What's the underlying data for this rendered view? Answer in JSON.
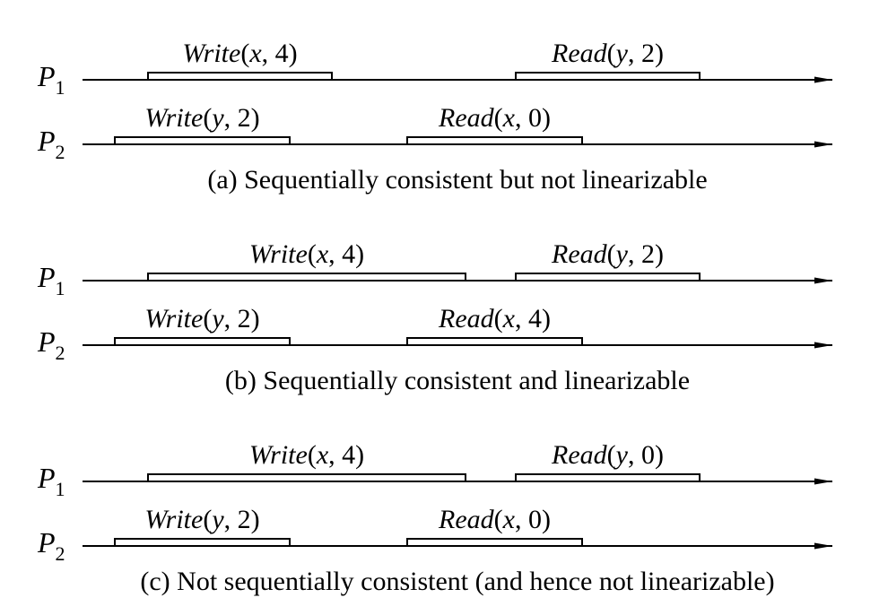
{
  "panels": [
    {
      "caption": "(a) Sequentially consistent but not linearizable",
      "processes": [
        {
          "name": "P",
          "sub": "1",
          "ops": [
            {
              "name": "Write",
              "var": "x",
              "val": "4"
            },
            {
              "name": "Read",
              "var": "y",
              "val": "2"
            }
          ]
        },
        {
          "name": "P",
          "sub": "2",
          "ops": [
            {
              "name": "Write",
              "var": "y",
              "val": "2"
            },
            {
              "name": "Read",
              "var": "x",
              "val": "0"
            }
          ]
        }
      ]
    },
    {
      "caption": "(b) Sequentially consistent and linearizable",
      "processes": [
        {
          "name": "P",
          "sub": "1",
          "ops": [
            {
              "name": "Write",
              "var": "x",
              "val": "4"
            },
            {
              "name": "Read",
              "var": "y",
              "val": "2"
            }
          ]
        },
        {
          "name": "P",
          "sub": "2",
          "ops": [
            {
              "name": "Write",
              "var": "y",
              "val": "2"
            },
            {
              "name": "Read",
              "var": "x",
              "val": "4"
            }
          ]
        }
      ]
    },
    {
      "caption": "(c) Not sequentially consistent (and hence not linearizable)",
      "processes": [
        {
          "name": "P",
          "sub": "1",
          "ops": [
            {
              "name": "Write",
              "var": "x",
              "val": "4"
            },
            {
              "name": "Read",
              "var": "y",
              "val": "0"
            }
          ]
        },
        {
          "name": "P",
          "sub": "2",
          "ops": [
            {
              "name": "Write",
              "var": "y",
              "val": "2"
            },
            {
              "name": "Read",
              "var": "x",
              "val": "0"
            }
          ]
        }
      ]
    }
  ]
}
